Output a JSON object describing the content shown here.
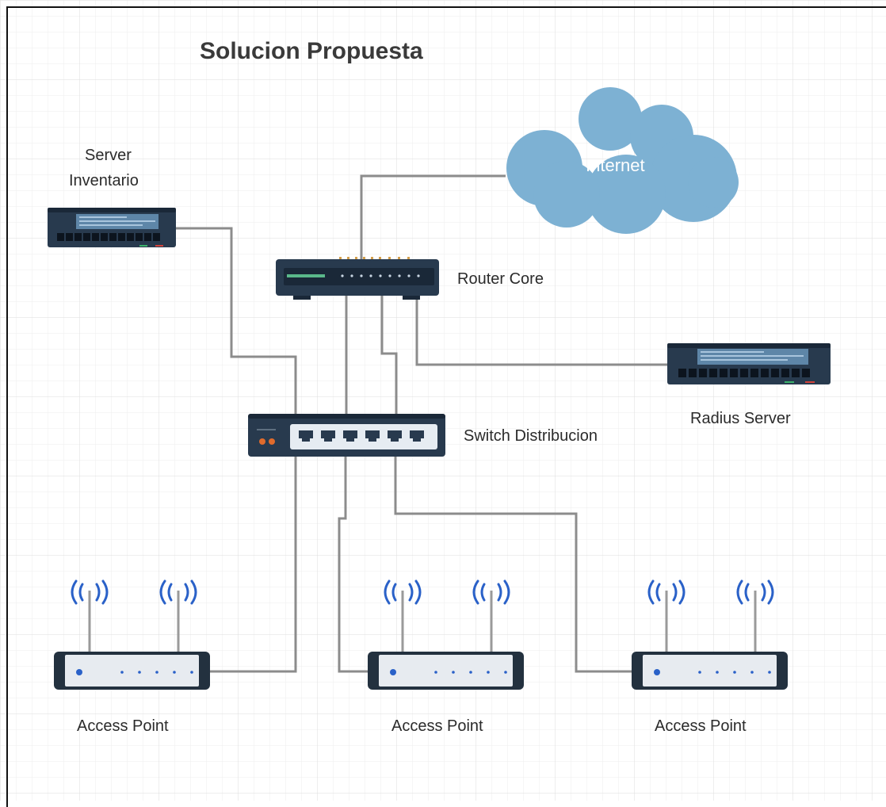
{
  "title": "Solucion Propuesta",
  "nodes": {
    "internet": "Internet",
    "server_inventario": [
      "Server",
      "Inventario"
    ],
    "router_core": "Router Core",
    "radius_server": "Radius Server",
    "switch_distribucion": "Switch Distribucion",
    "access_points": [
      "Access Point",
      "Access Point",
      "Access Point"
    ]
  },
  "colors": {
    "device_dark": "#283a4e",
    "device_darker": "#1a2838",
    "screen_blue": "#5e86a8",
    "cloud": "#7fb2d3",
    "wifi_blue": "#2a61c8",
    "cable": "#8a8a8a",
    "grid": "#e9e9e9"
  }
}
